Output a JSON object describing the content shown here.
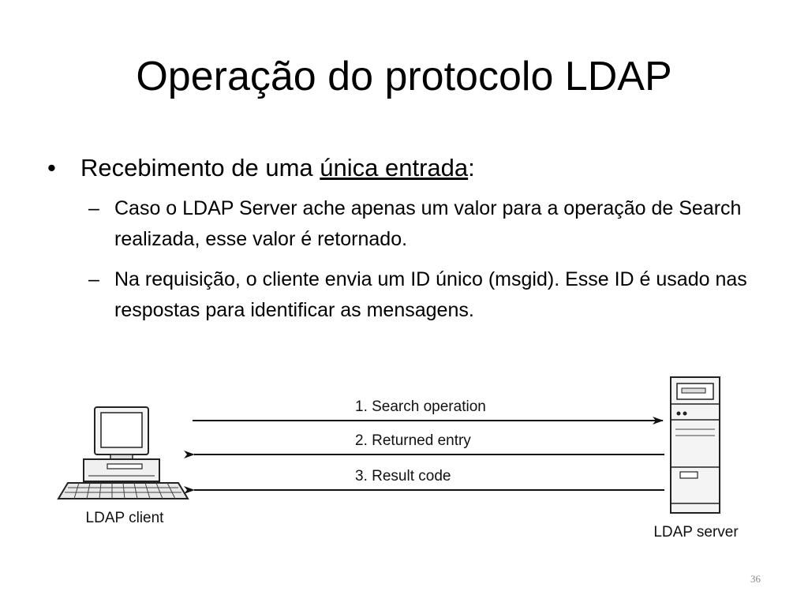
{
  "slide": {
    "title": "Operação do protocolo LDAP",
    "bullet": {
      "prefix": "Recebimento de uma ",
      "underlined": "única entrada",
      "suffix": ":"
    },
    "sub_bullets": [
      "Caso o LDAP Server ache apenas um valor para a operação de Search realizada, esse valor é retornado.",
      "Na requisição, o cliente envia um ID único (msgid). Esse ID é usado nas respostas para identificar as mensagens."
    ],
    "page_number": "36"
  },
  "diagram": {
    "client_label": "LDAP client",
    "server_label": "LDAP server",
    "messages": [
      {
        "label": "1. Search operation",
        "direction": "client-to-server"
      },
      {
        "label": "2. Returned entry",
        "direction": "server-to-client"
      },
      {
        "label": "3. Result code",
        "direction": "server-to-client"
      }
    ],
    "icons": {
      "client": "desktop-computer-icon",
      "server": "server-tower-icon"
    }
  }
}
